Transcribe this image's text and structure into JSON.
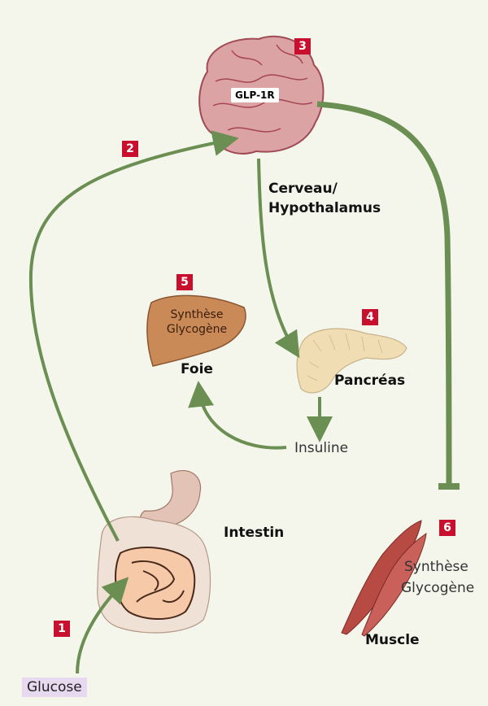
{
  "badges": {
    "b1": "1",
    "b2": "2",
    "b3": "3",
    "b4": "4",
    "b5": "5",
    "b6": "6"
  },
  "receptor": "GLP-1R",
  "brain": {
    "line1": "Cerveau/",
    "line2": "Hypothalamus"
  },
  "liver": {
    "name": "Foie",
    "text1": "Synthèse",
    "text2": "Glycogène"
  },
  "pancreas": {
    "name": "Pancréas"
  },
  "insulin": "Insuline",
  "intestine": {
    "name": "Intestin"
  },
  "muscle": {
    "name": "Muscle",
    "text1": "Synthèse",
    "text2": "Glycogène"
  },
  "glucose": "Glucose",
  "colors": {
    "arrow": "#6b8e52",
    "badge": "#c8102e",
    "brain": "#d9a0a0",
    "liver": "#c98a57",
    "pancreas": "#f1ddb4",
    "intestine": "#f6c9a8",
    "muscle": "#b84a44",
    "background": "#f4f6ec"
  }
}
